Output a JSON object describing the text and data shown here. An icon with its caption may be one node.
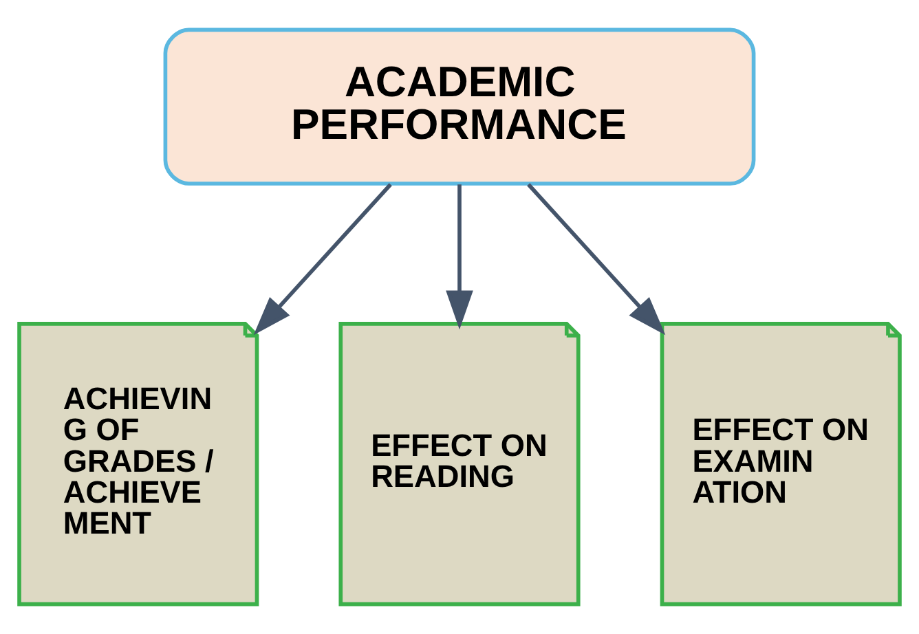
{
  "diagram": {
    "nodes": [
      {
        "text": [
          "ACADEMIC PERFORMANCE"
        ]
      },
      {
        "text": [
          "ACHIEVIN G OF GRADES / ACHIEVE MENT"
        ]
      },
      {
        "text": [
          "EFFECT ON READING"
        ]
      },
      {
        "text": [
          "EFFECT ON EXAMIN ATION"
        ]
      }
    ],
    "edges": [
      {
        "from": 0,
        "to": 1,
        "arrow": "to"
      },
      {
        "from": 0,
        "to": 2,
        "arrow": "to"
      },
      {
        "from": 0,
        "to": 3,
        "arrow": "to"
      }
    ]
  }
}
